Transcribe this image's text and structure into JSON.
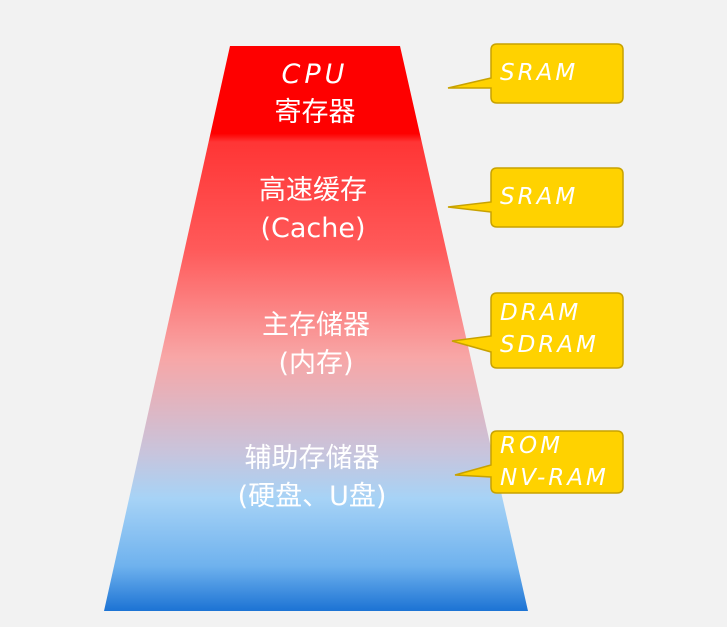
{
  "levels": [
    {
      "line1": "CPU",
      "line2": "寄存器"
    },
    {
      "line1": "高速缓存",
      "line2": "(Cache)"
    },
    {
      "line1": "主存储器",
      "line2": "(内存)"
    },
    {
      "line1": "辅助存储器",
      "line2": "(硬盘、U盘)"
    }
  ],
  "callouts": [
    {
      "line1": "SRAM",
      "line2": ""
    },
    {
      "line1": "SRAM",
      "line2": ""
    },
    {
      "line1": "DRAM",
      "line2": "SDRAM"
    },
    {
      "line1": "ROM",
      "line2": "NV-RAM"
    }
  ],
  "colors": {
    "top": "#fe0000",
    "red": "#ff3b3b",
    "pink": "#f8a6a6",
    "lightblue": "#a7d3f6",
    "blue": "#1c73d4",
    "callout_fill": "#ffd200",
    "callout_border": "#c8a200",
    "background": "#f2f2f2"
  }
}
